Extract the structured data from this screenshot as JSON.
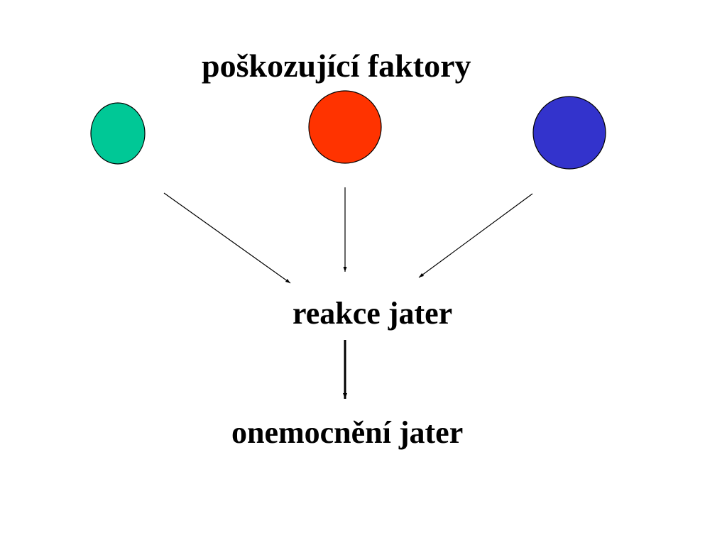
{
  "diagram": {
    "top_label": "poškozující faktory",
    "middle_label": "reakce jater",
    "bottom_label": "onemocnění jater",
    "factors": [
      {
        "color": "#00C896"
      },
      {
        "color": "#FF3300"
      },
      {
        "color": "#3333CC"
      }
    ]
  }
}
